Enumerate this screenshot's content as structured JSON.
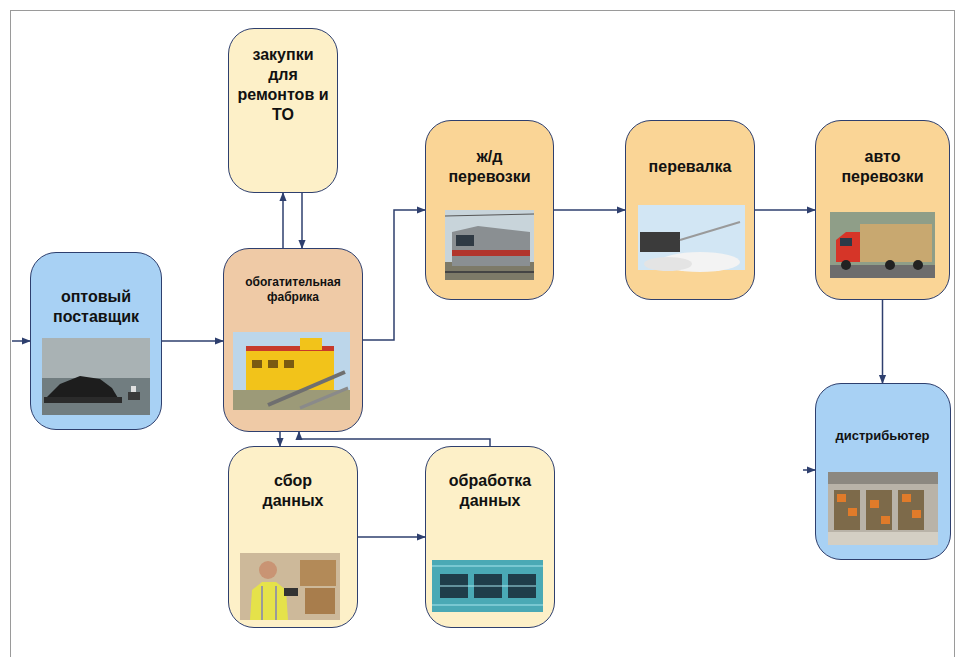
{
  "diagram": {
    "nodes": [
      {
        "text": [
          "оптовый поставщик"
        ]
      },
      {
        "text": [
          "обогатительная фабрика"
        ]
      },
      {
        "text": [
          "закупки для ремонтов и ТО"
        ]
      },
      {
        "text": [
          "ж/д перевозки"
        ]
      },
      {
        "text": [
          "перевалка"
        ]
      },
      {
        "text": [
          "авто перевозки"
        ]
      },
      {
        "text": [
          "дистрибьютер"
        ]
      },
      {
        "text": [
          "сбор данных"
        ]
      },
      {
        "text": [
          "обработка данных"
        ]
      }
    ],
    "edges": [
      {
        "from": 0,
        "to": 1,
        "arrow": "to"
      },
      {
        "from": 1,
        "to": 2,
        "arrow": "to"
      },
      {
        "from": 2,
        "to": 1,
        "arrow": "to"
      },
      {
        "from": 1,
        "to": 3,
        "arrow": "to"
      },
      {
        "from": 3,
        "to": 4,
        "arrow": "to"
      },
      {
        "from": 4,
        "to": 5,
        "arrow": "to"
      },
      {
        "from": 5,
        "to": 6,
        "arrow": "to"
      },
      {
        "from": 1,
        "to": 7,
        "arrow": "to"
      },
      {
        "from": 7,
        "to": 8,
        "arrow": "to"
      },
      {
        "from": 8,
        "to": 1,
        "arrow": "to"
      }
    ]
  }
}
